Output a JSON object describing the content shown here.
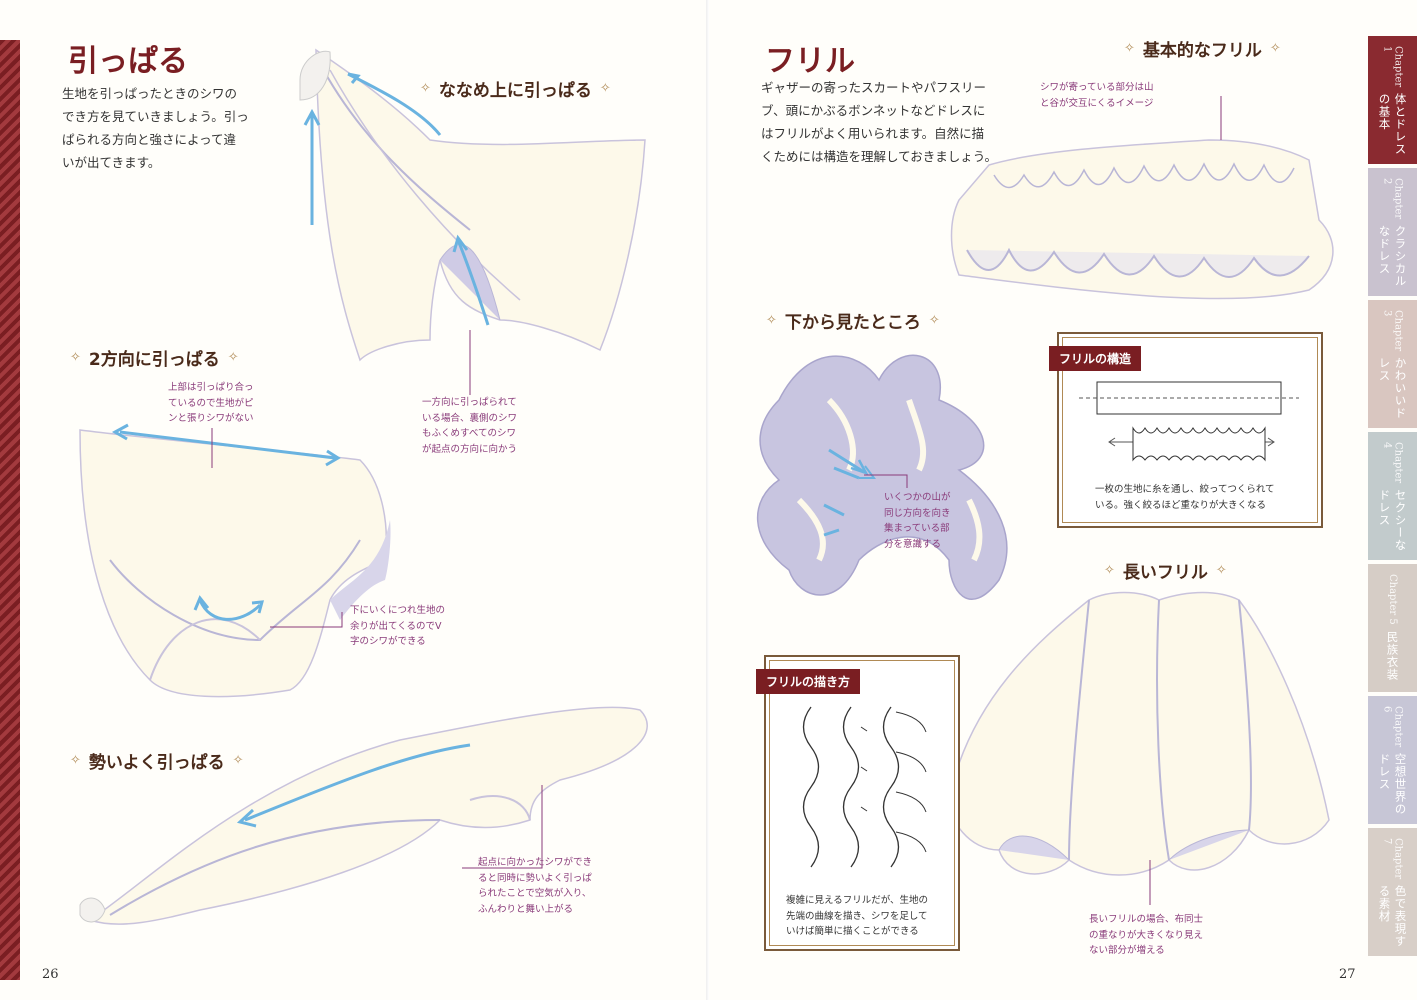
{
  "left": {
    "title": "引っぱる",
    "intro": [
      "生地を引っぱったときのシワの",
      "でき方を見ていきましょう。引っ",
      "ぱられる方向と強さによって違",
      "いが出てきます。"
    ],
    "sections": {
      "diagonal": "ななめ上に引っぱる",
      "two_way": "2方向に引っぱる",
      "strong": "勢いよく引っぱる"
    },
    "notes": {
      "diagonal": [
        "一方向に引っぱられて",
        "いる場合、裏側のシワ",
        "もふくめすべてのシワ",
        "が起点の方向に向かう"
      ],
      "top": [
        "上部は引っぱり合っ",
        "ているので生地がピ",
        "ンと張りシワがない"
      ],
      "bottom": [
        "下にいくにつれ生地の",
        "余りが出てくるのでV",
        "字のシワができる"
      ],
      "strong": [
        "起点に向かったシワができ",
        "ると同時に勢いよく引っぱ",
        "られたことで空気が入り、",
        "ふんわりと舞い上がる"
      ]
    },
    "page_number": "26"
  },
  "right": {
    "title": "フリル",
    "intro": [
      "ギャザーの寄ったスカートやパフスリー",
      "ブ、頭にかぶるボンネットなどドレスに",
      "はフリルがよく用いられます。自然に描",
      "くためには構造を理解しておきましょう。"
    ],
    "sections": {
      "basic": "基本的なフリル",
      "below": "下から見たところ",
      "long": "長いフリル"
    },
    "notes": {
      "basic": [
        "シワが寄っている部分は山",
        "と谷が交互にくるイメージ"
      ],
      "below": [
        "いくつかの山が",
        "同じ方向を向き",
        "集まっている部",
        "分を意識する"
      ],
      "long": [
        "長いフリルの場合、布同士",
        "の重なりが大きくなり見え",
        "ない部分が増える"
      ]
    },
    "structure_box": {
      "label": "フリルの構造",
      "text": [
        "一枚の生地に糸を通し、絞ってつくられて",
        "いる。強く絞るほど重なりが大きくなる"
      ]
    },
    "howto_box": {
      "label": "フリルの描き方",
      "text": [
        "複雑に見えるフリルだが、生地の",
        "先端の曲線を描き、シワを足して",
        "いけば簡単に描くことができる"
      ]
    },
    "page_number": "27"
  },
  "chapters": [
    {
      "chapter": "Chapter 1",
      "title": "体とドレスの基本",
      "color": "#8a2a30",
      "active": true
    },
    {
      "chapter": "Chapter 2",
      "title": "クラシカルなドレス",
      "color": "#c9c2cf"
    },
    {
      "chapter": "Chapter 3",
      "title": "かわいいドレス",
      "color": "#d9c6c0"
    },
    {
      "chapter": "Chapter 4",
      "title": "セクシーなドレス",
      "color": "#c2cbcc"
    },
    {
      "chapter": "Chapter 5",
      "title": "民族衣装",
      "color": "#d6cdc6"
    },
    {
      "chapter": "Chapter 6",
      "title": "空想世界のドレス",
      "color": "#c7c6d6"
    },
    {
      "chapter": "Chapter 7",
      "title": "色で表現する素材",
      "color": "#d8cfc8"
    }
  ],
  "colors": {
    "accent": "#7a1e22",
    "note": "#8a3b7a",
    "arrow": "#6ab3e0",
    "cloth": "#fdf9ea",
    "shade": "#b7b4d6"
  }
}
